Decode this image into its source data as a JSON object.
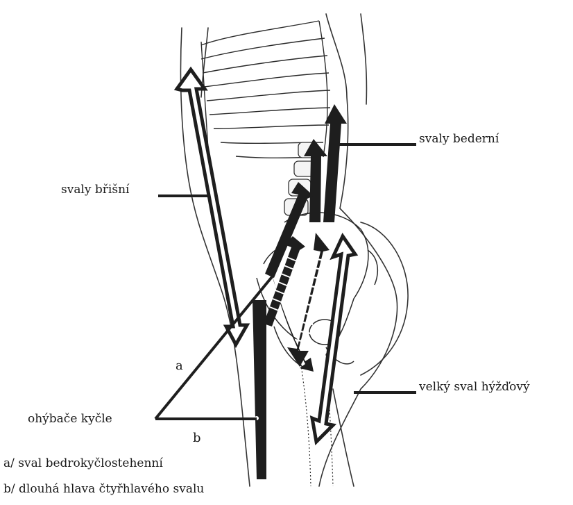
{
  "labels": {
    "lumbar": "svaly bederní",
    "abdominal": "svaly břišní",
    "gluteal": "velký sval hýžďový",
    "hip_flexors": "ohýbače kyčle",
    "letter_a": "a",
    "letter_b": "b"
  },
  "legend": {
    "a": "a/ sval bedrokyčlostehenní",
    "b": "b/ dlouhá hlava čtyřhlavého svalu"
  },
  "colors": {
    "ink": "#1a1a1a",
    "arrow_dark": "#1e1e1e",
    "paper": "#ffffff"
  }
}
